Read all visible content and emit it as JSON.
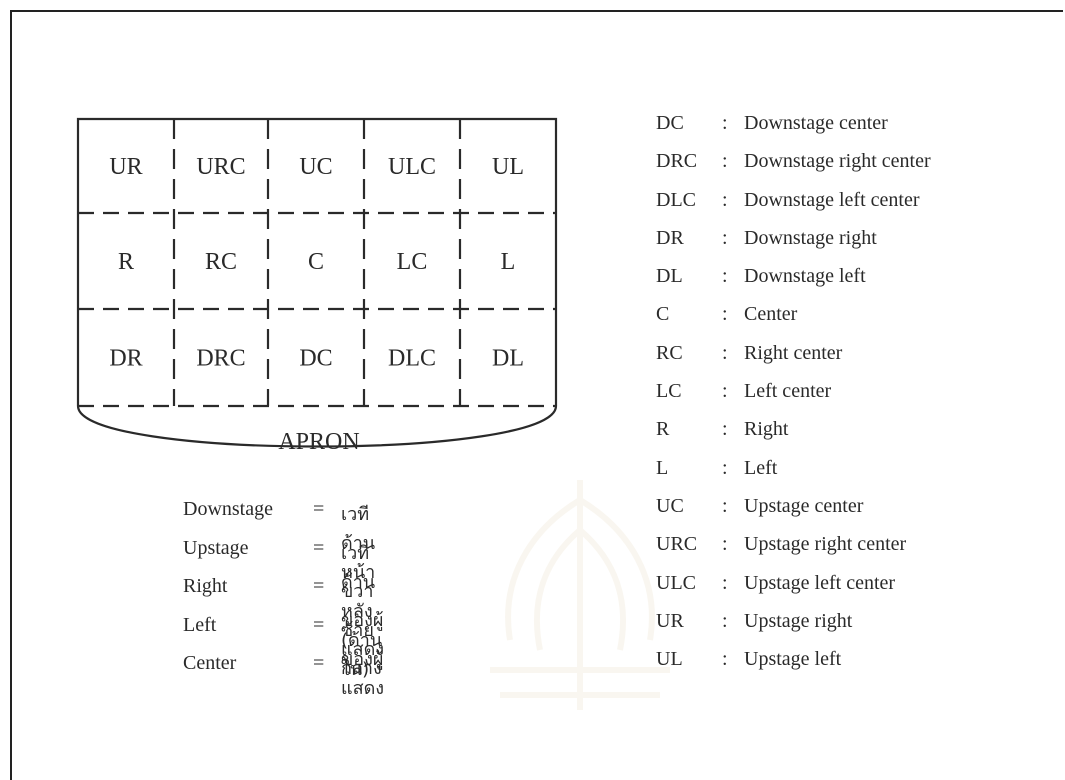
{
  "stage": {
    "grid": [
      [
        "UR",
        "URC",
        "UC",
        "ULC",
        "UL"
      ],
      [
        "R",
        "RC",
        "C",
        "LC",
        "L"
      ],
      [
        "DR",
        "DRC",
        "DC",
        "DLC",
        "DL"
      ]
    ],
    "apron_label": "APRON"
  },
  "thai_glossary": [
    {
      "term": "Downstage",
      "eq": "=",
      "meaning": "เวทีด้านหน้า"
    },
    {
      "term": "Upstage",
      "eq": "=",
      "meaning": "เวทีด้านหลัง (ด้านใน)"
    },
    {
      "term": "Right",
      "eq": "=",
      "meaning": "ขวาของผู้แสดง"
    },
    {
      "term": "Left",
      "eq": "=",
      "meaning": "ซ้ายของผู้แสดง"
    },
    {
      "term": "Center",
      "eq": "=",
      "meaning": "กลาง"
    }
  ],
  "abbreviations": [
    {
      "abbr": "DC",
      "colon": ":",
      "desc": "Downstage center"
    },
    {
      "abbr": "DRC",
      "colon": ":",
      "desc": "Downstage right center"
    },
    {
      "abbr": "DLC",
      "colon": ":",
      "desc": "Downstage left center"
    },
    {
      "abbr": "DR",
      "colon": ":",
      "desc": "Downstage right"
    },
    {
      "abbr": "DL",
      "colon": ":",
      "desc": "Downstage left"
    },
    {
      "abbr": "C",
      "colon": ":",
      "desc": "Center"
    },
    {
      "abbr": "RC",
      "colon": ":",
      "desc": "Right center"
    },
    {
      "abbr": "LC",
      "colon": ":",
      "desc": "Left center"
    },
    {
      "abbr": "R",
      "colon": ":",
      "desc": "Right"
    },
    {
      "abbr": "L",
      "colon": ":",
      "desc": "Left"
    },
    {
      "abbr": "UC",
      "colon": ":",
      "desc": "Upstage center"
    },
    {
      "abbr": "URC",
      "colon": ":",
      "desc": "Upstage right center"
    },
    {
      "abbr": "ULC",
      "colon": ":",
      "desc": "Upstage left center"
    },
    {
      "abbr": "UR",
      "colon": ":",
      "desc": "Upstage right"
    },
    {
      "abbr": "UL",
      "colon": ":",
      "desc": "Upstage left"
    }
  ],
  "colors": {
    "ink": "#2a2a2a",
    "watermark": "#b08a3a"
  }
}
